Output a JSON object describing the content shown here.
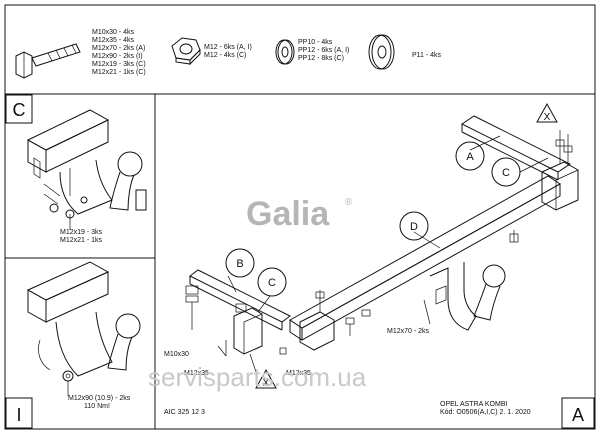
{
  "parts_legend": {
    "bolt_lines": [
      "M10x30 - 4ks",
      "M12x35 - 4ks",
      "M12x70 - 2ks (A)",
      "M12x90 - 2ks (I)",
      "M12x19 - 3ks (C)",
      "M12x21 - 1ks (C)"
    ],
    "nut_lines": [
      "M12 - 6ks (A, I)",
      "M12 - 4ks (C)"
    ],
    "washer_lines": [
      "PP10 - 4ks",
      "PP12 - 6ks (A, I)",
      "PP12 - 8ks (C)"
    ],
    "large_washer_line": "P11 - 4ks"
  },
  "panels": {
    "c_letter": "C",
    "c_note_1": "M12x19 - 3ks",
    "c_note_2": "M12x21 - 1ks",
    "i_letter": "I",
    "i_note_1": "M12x90 (10.9) - 2ks",
    "i_note_2": "110 Nm!",
    "a_letter": "A"
  },
  "main": {
    "brand": "Galia",
    "registered_mark": "®",
    "callouts": [
      "A",
      "B",
      "C",
      "C",
      "D"
    ],
    "x_marks": [
      "X",
      "X"
    ],
    "bolt_notes": {
      "m10x30": "M10x30",
      "m12x35_left": "M12x35",
      "m12x35_right": "M12x35",
      "m12x70": "M12x70 - 2ks"
    }
  },
  "footer": {
    "drawing_number": "AIC 325 12 3",
    "vehicle": "OPEL ASTRA KOMBI",
    "code_line": "Kód: O0506(A,I,C)  2. 1. 2020"
  },
  "watermark": "servisparts.com.ua"
}
